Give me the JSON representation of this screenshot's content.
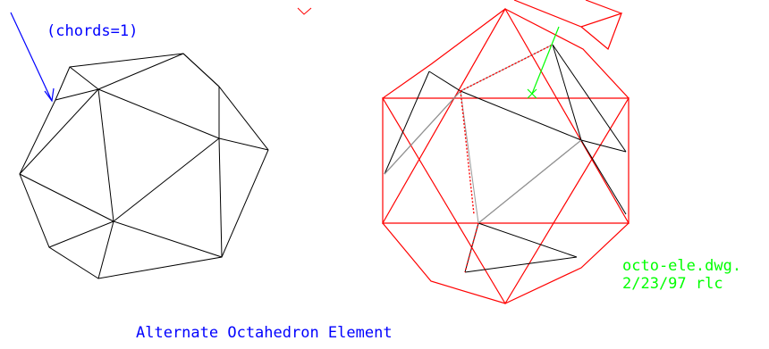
{
  "annotation": {
    "text": "(chords=1)",
    "color": "#0000ff"
  },
  "file_label": {
    "lines": [
      "octo-ele.dwg.",
      "2/23/97 rlc"
    ],
    "color": "#00ff00"
  },
  "caption": {
    "text": "Alternate Octahedron Element",
    "color": "#0000ff"
  },
  "colors": {
    "wire": "#000000",
    "outline": "#ff0000",
    "hidden": "#9a9a9a",
    "marker": "#00ff00",
    "leader": "#0000ff"
  }
}
